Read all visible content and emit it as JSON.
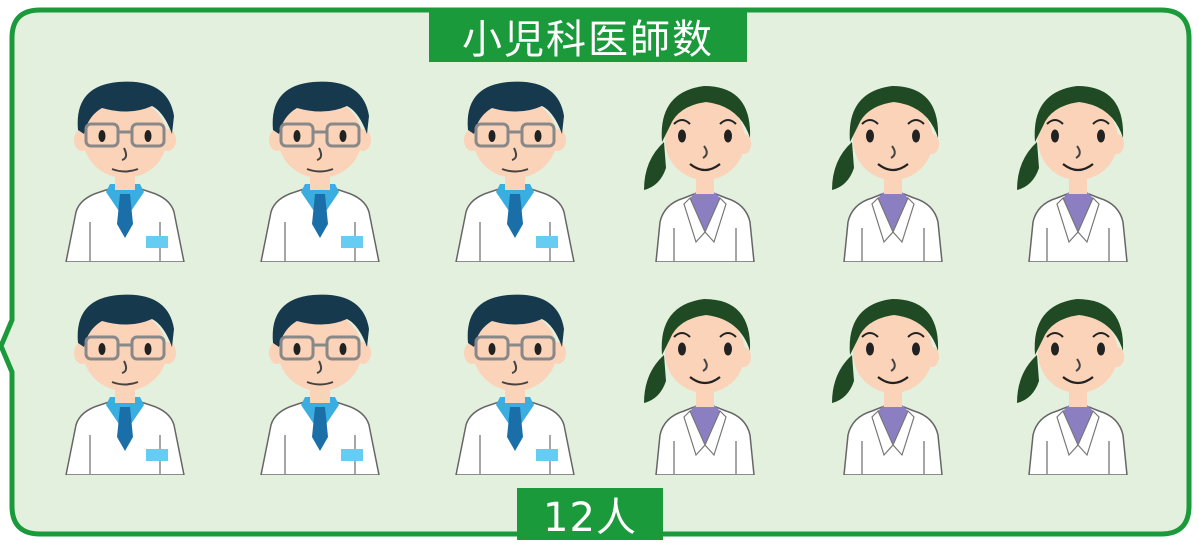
{
  "panel": {
    "title": "小児科医師数",
    "count": "12人",
    "colors": {
      "border": "#1a9a3a",
      "background": "#e4f0de",
      "label_bg": "#1a9a3a",
      "label_text": "#ffffff"
    }
  },
  "doctors": {
    "total": 12,
    "male": 6,
    "female": 6,
    "icons": [
      "male-doctor-icon",
      "female-doctor-icon"
    ]
  }
}
